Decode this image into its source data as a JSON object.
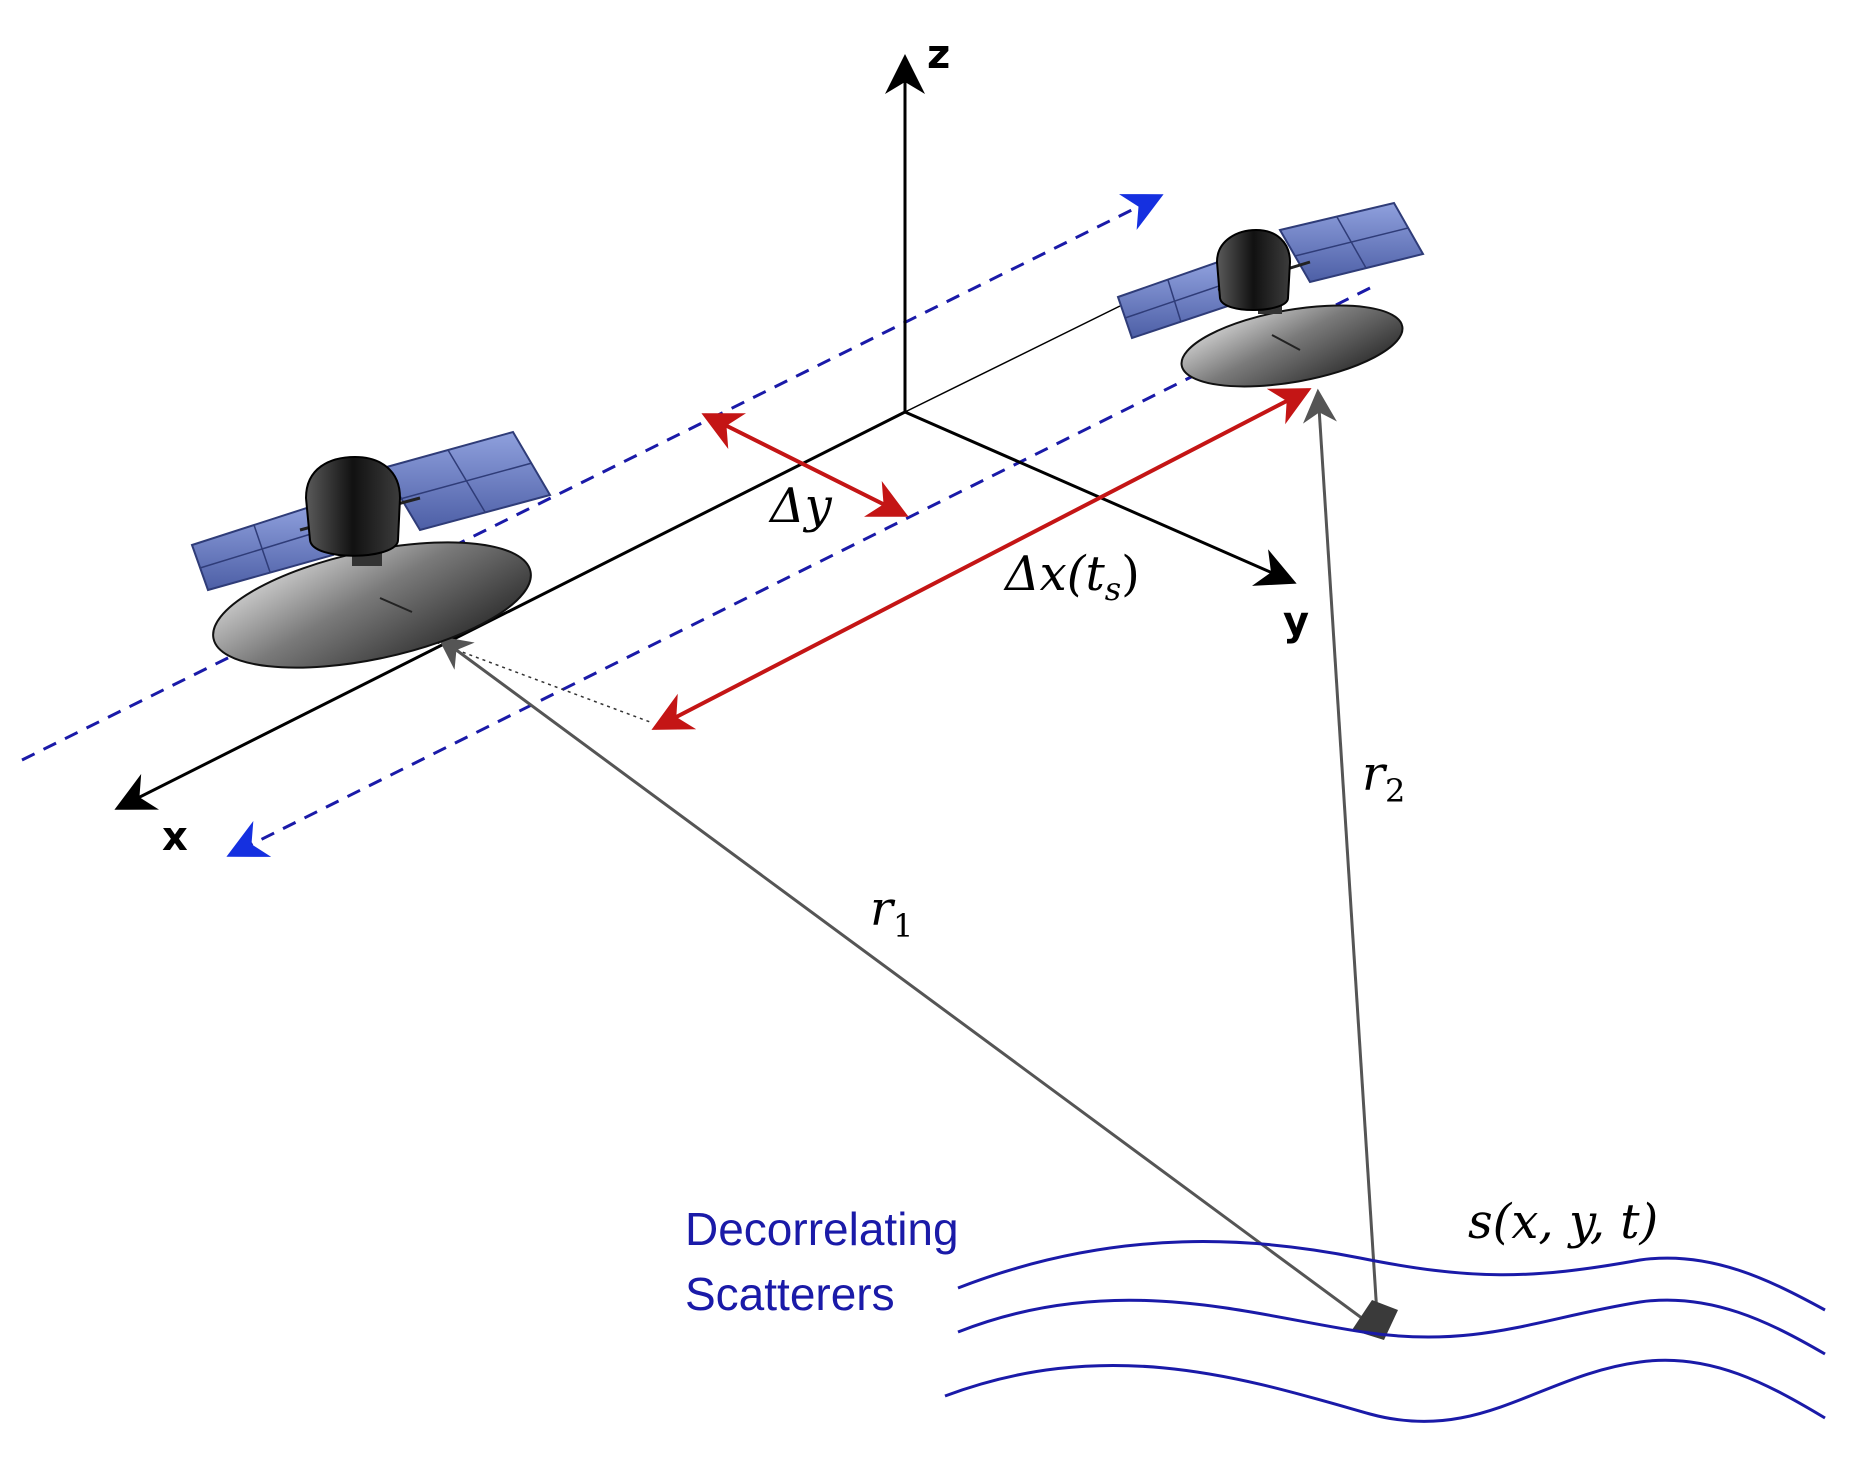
{
  "axes": {
    "x": "x",
    "y": "y",
    "z": "z"
  },
  "labels": {
    "delta_y": "Δy",
    "delta_x_main": "Δx",
    "delta_x_paren_open": "(t",
    "delta_x_sub": "s",
    "delta_x_paren_close": ")",
    "r1": "r",
    "r1_sub": "1",
    "r2": "r",
    "r2_sub": "2",
    "signal": "s(x, y, t)"
  },
  "scatterers": {
    "line1": "Decorrelating",
    "line2": "Scatterers"
  },
  "colors": {
    "orbit": "#1a1aa8",
    "orbit_arrow": "#1530e0",
    "baseline": "#c41515",
    "range": "#555555",
    "axis": "#000000",
    "wave": "#1a1aa8",
    "solar_panel": "#6f82c6",
    "satellite_body": "#2a2a2a"
  },
  "icons": [
    "satellite-left-icon",
    "satellite-right-icon"
  ]
}
